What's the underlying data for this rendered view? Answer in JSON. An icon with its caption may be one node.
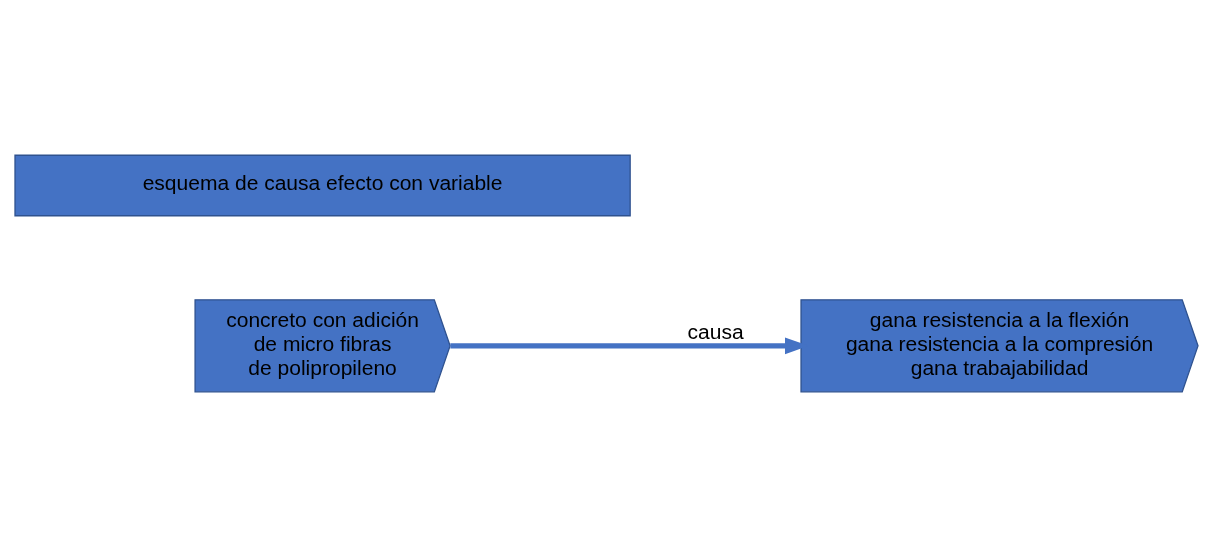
{
  "diagram": {
    "nodes": [
      {
        "text": [
          "concreto con adición de micro fibras de polipropileno"
        ]
      },
      {
        "text": [
          "gana resistencia a la flexión",
          "gana resistencia a la compresión",
          "gana trabajabilidad"
        ]
      },
      {
        "text": [
          "esquema de causa efecto con variable"
        ]
      }
    ],
    "edges": [
      {
        "from": 0,
        "to": 1,
        "arrow": "to",
        "label": "causa"
      }
    ]
  }
}
